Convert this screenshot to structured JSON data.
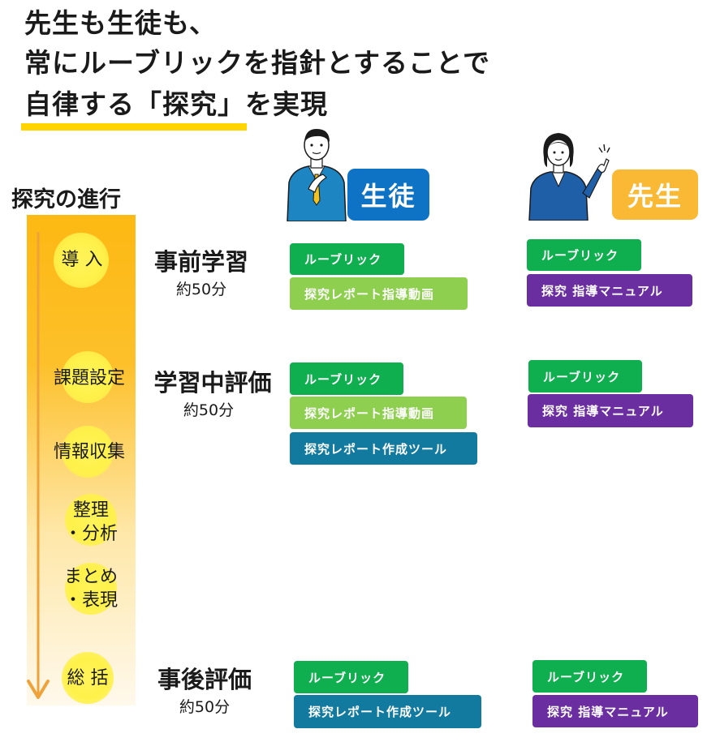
{
  "headline": {
    "line1": "先生も生徒も、",
    "line2": "常にルーブリックを指針とすることで",
    "line3a": "自律する「探究」",
    "line3b": "を実現"
  },
  "progress": {
    "title": "探究の進行",
    "stages": [
      "導 入",
      "課題設定",
      "情報収集",
      "整理\n・分析",
      "まとめ\n・表現",
      "総 括"
    ]
  },
  "roles": {
    "student": "生徒",
    "teacher": "先生"
  },
  "colors": {
    "student_badge": "#0f73c5",
    "teacher_badge": "#f9b935",
    "green": "#0fae4e",
    "light_green": "#8fcf4f",
    "teal": "#12799f",
    "purple": "#6a2ea1",
    "highlight": "#ffd400"
  },
  "phases": [
    {
      "title": "事前学習",
      "duration": "約50分",
      "student": [
        "ルーブリック",
        "探究レポート指導動画"
      ],
      "teacher": [
        "ルーブリック",
        "探究 指導マニュアル"
      ]
    },
    {
      "title": "学習中評価",
      "duration": "約50分",
      "student": [
        "ルーブリック",
        "探究レポート指導動画",
        "探究レポート作成ツール"
      ],
      "teacher": [
        "ルーブリック",
        "探究 指導マニュアル"
      ]
    },
    {
      "title": "事後評価",
      "duration": "約50分",
      "student": [
        "ルーブリック",
        "探究レポート作成ツール"
      ],
      "teacher": [
        "ルーブリック",
        "探究 指導マニュアル"
      ]
    }
  ]
}
